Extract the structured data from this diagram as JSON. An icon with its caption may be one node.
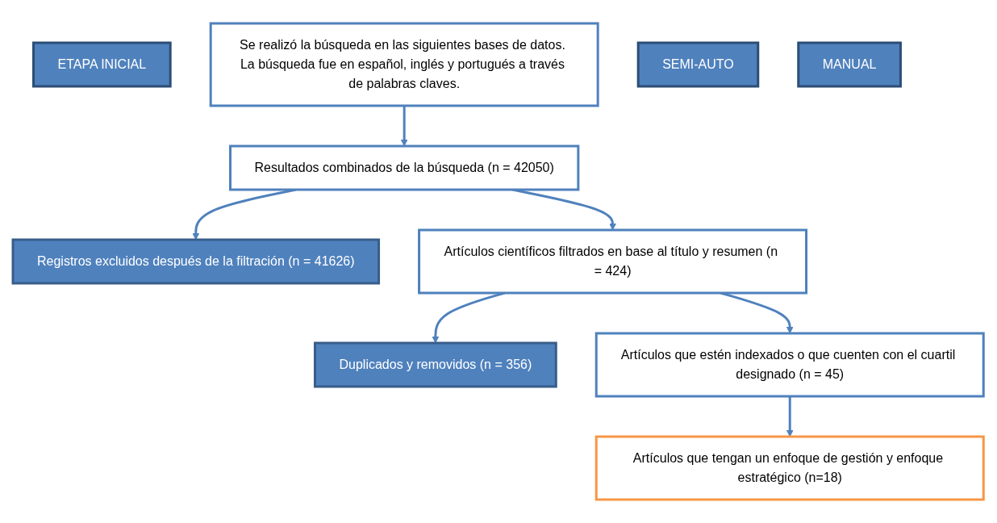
{
  "diagram": {
    "nodes": [
      {
        "text": [
          "ETAPA INICIAL"
        ]
      },
      {
        "text": [
          "Se realizó la búsqueda en las siguientes bases de datos. La búsqueda fue en español, inglés y portugués a través de palabras claves."
        ]
      },
      {
        "text": [
          "SEMI-AUTO"
        ]
      },
      {
        "text": [
          "Resultados combinados de la búsqueda (n = 42050)"
        ]
      },
      {
        "text": [
          "Registros excluidos después de la filtración (n = 41626)"
        ]
      },
      {
        "text": [
          "Artículos científicos filtrados en base al título y resumen (n = 424)"
        ]
      },
      {
        "text": [
          "Duplicados y removidos (n = 356)"
        ]
      },
      {
        "text": [
          "MANUAL"
        ]
      },
      {
        "text": [
          "Artículos que estén indexados o que cuenten con el cuartil designado (n = 45)"
        ]
      },
      {
        "text": [
          "Artículos que tengan un enfoque de gestión y enfoque estratégico (n=18)"
        ]
      }
    ],
    "edges": [
      {
        "from": 1,
        "to": 3,
        "arrow": "to"
      },
      {
        "from": 3,
        "to": 5,
        "arrow": "to"
      },
      {
        "from": 3,
        "to": 4,
        "arrow": "to"
      },
      {
        "from": 5,
        "to": 8,
        "arrow": "to"
      },
      {
        "from": 5,
        "to": 6,
        "arrow": "to"
      },
      {
        "from": 8,
        "to": 9,
        "arrow": "to"
      }
    ]
  }
}
